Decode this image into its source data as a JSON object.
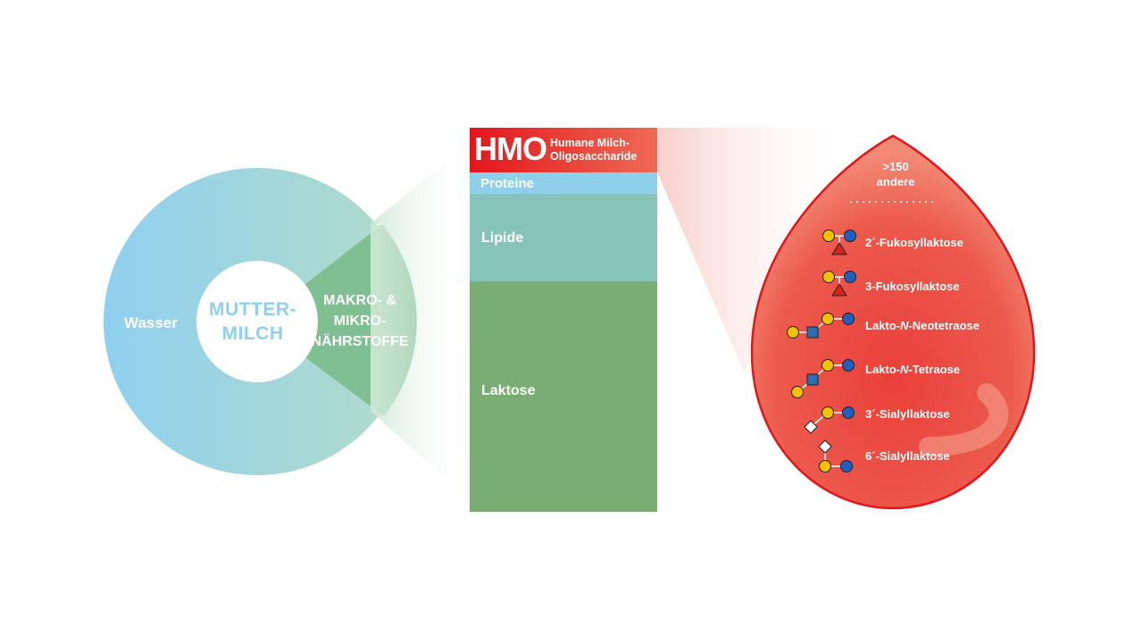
{
  "donut": {
    "center_label_line1": "MUTTER-",
    "center_label_line2": "MILCH",
    "segments": [
      {
        "label": "Wasser",
        "color": "#8ecfe9"
      },
      {
        "label_line1": "MAKRO- &",
        "label_line2": "MIKRO-",
        "label_line3": "NÄHRSTOFFE",
        "color": "#7fbf92"
      }
    ]
  },
  "bar": {
    "hmo_abbr": "HMO",
    "hmo_full_line1": "Humane Milch-",
    "hmo_full_line2": "Oligosaccharide",
    "layers": [
      {
        "label": "Proteine",
        "color": "#8ecfe9"
      },
      {
        "label": "Lipide",
        "color": "#86c4bb"
      },
      {
        "label": "Laktose",
        "color": "#79ad74"
      }
    ],
    "hmo_color": "#e52521"
  },
  "drop": {
    "others_line1": ">150",
    "others_line2": "andere",
    "hmos": [
      {
        "name": "2´-Fukosyllaktose"
      },
      {
        "name": "3-Fukosyllaktose"
      },
      {
        "name_pre": "Lakto-",
        "name_em": "N",
        "name_post": "-Neotetraose"
      },
      {
        "name_pre": "Lakto-",
        "name_em": "N",
        "name_post": "-Tetraose"
      },
      {
        "name": "3´-Sialyllaktose"
      },
      {
        "name": "6´-Sialyllaktose"
      }
    ]
  },
  "colors": {
    "galactose_yellow": "#f2c200",
    "glucose_blue": "#1f5fbf",
    "fucose_red": "#d8231c",
    "nacetylglucosamine_blue": "#2a6db5"
  }
}
